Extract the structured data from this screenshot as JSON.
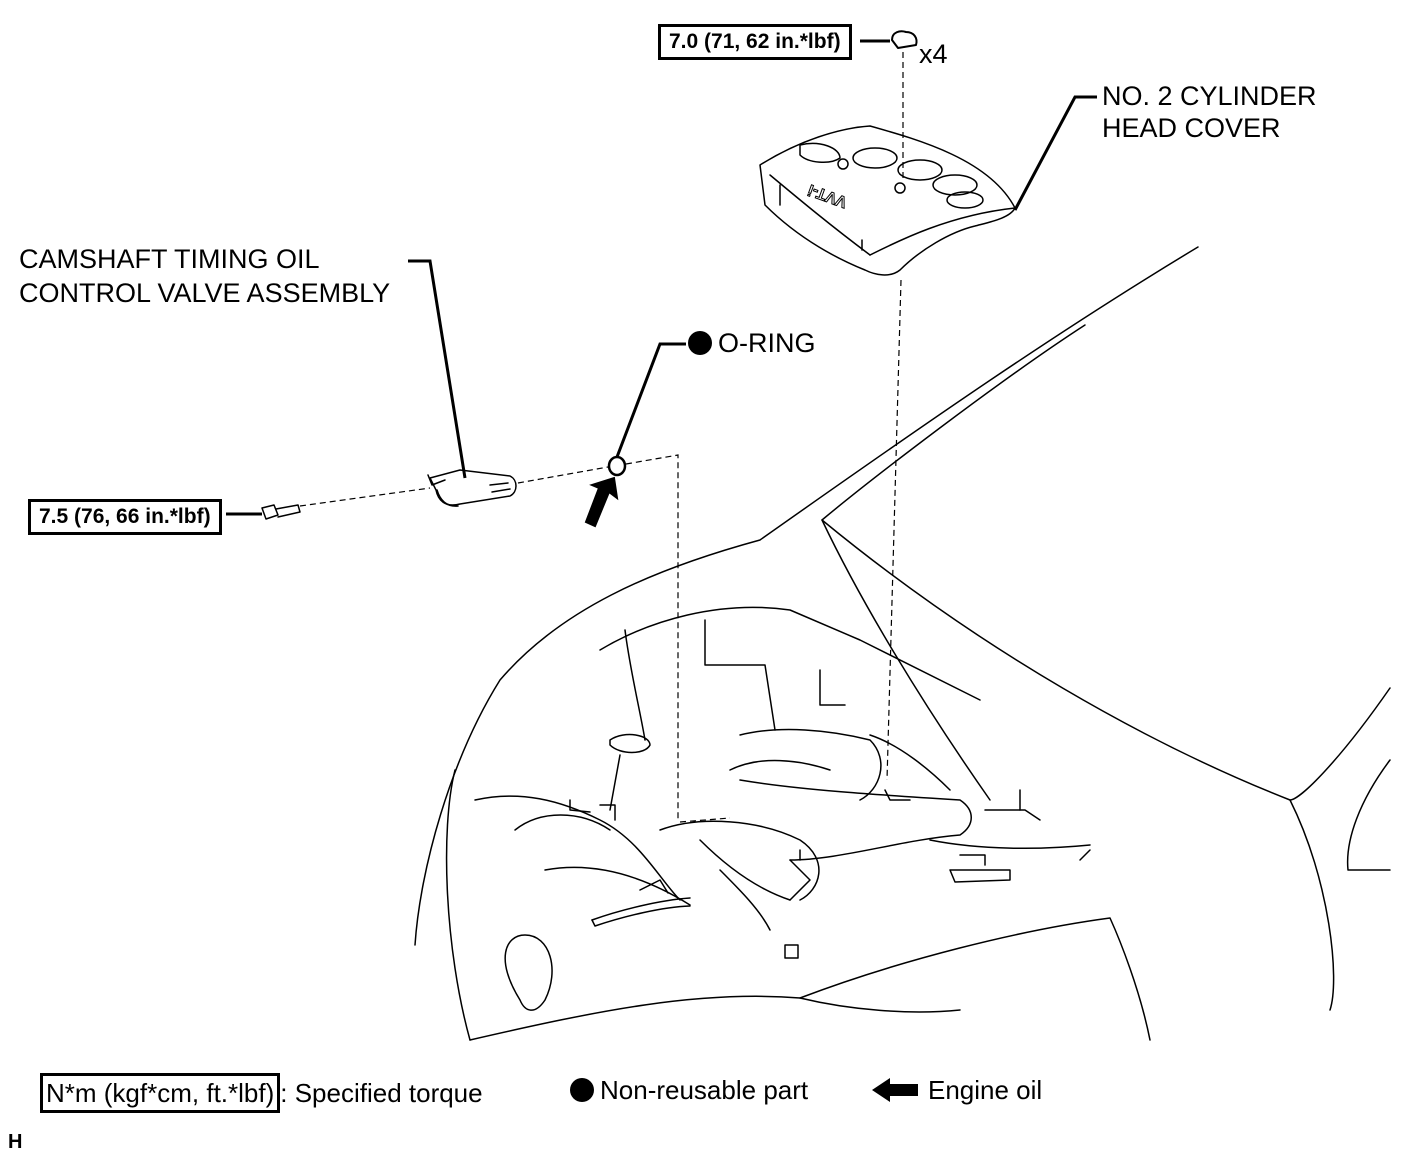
{
  "labels": {
    "torque_cover": "7.0 (71, 62 in.*lbf)",
    "qty_cover": "x4",
    "head_cover_line1": "NO. 2 CYLINDER",
    "head_cover_line2": "HEAD COVER",
    "valve_line1": "CAMSHAFT TIMING OIL",
    "valve_line2": "CONTROL VALVE ASSEMBLY",
    "oring": "O-RING",
    "torque_bolt": "7.5 (76, 66 in.*lbf)",
    "cover_logo": "VVT-i"
  },
  "legend": {
    "torque_units": "N*m (kgf*cm, ft.*lbf)",
    "torque_text": ": Specified torque",
    "nonreusable_text": "Non-reusable part",
    "oil_text": "Engine oil"
  },
  "corner_mark": "H"
}
